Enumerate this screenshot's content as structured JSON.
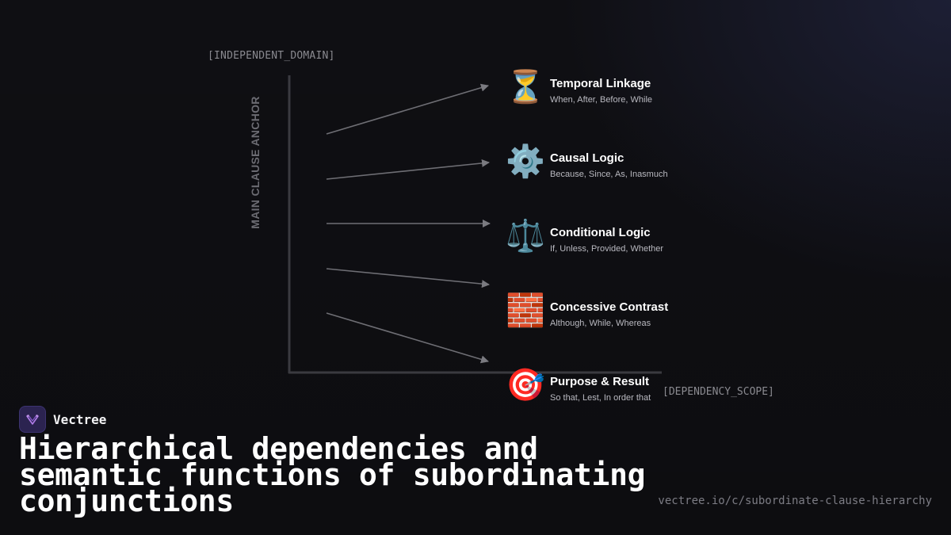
{
  "diagram": {
    "top_label": "[INDEPENDENT_DOMAIN]",
    "y_axis_label": "MAIN CLAUSE ANCHOR",
    "x_axis_label": "[DEPENDENCY_SCOPE]",
    "categories": [
      {
        "icon": "hourglass-icon",
        "glyph": "⏳",
        "title": "Temporal Linkage",
        "subtitle": "When, After, Before, While"
      },
      {
        "icon": "gear-icon",
        "glyph": "⚙️",
        "title": "Causal Logic",
        "subtitle": "Because, Since, As, Inasmuch"
      },
      {
        "icon": "balance-scale-icon",
        "glyph": "⚖️",
        "title": "Conditional Logic",
        "subtitle": "If, Unless, Provided, Whether"
      },
      {
        "icon": "brick-wall-icon",
        "glyph": "🧱",
        "title": "Concessive Contrast",
        "subtitle": "Although, While, Whereas"
      },
      {
        "icon": "target-icon",
        "glyph": "🎯",
        "title": "Purpose & Result",
        "subtitle": "So that, Lest, In order that"
      }
    ]
  },
  "brand": {
    "name": "Vectree"
  },
  "headline": "Hierarchical dependencies and semantic functions of subordinating conjunctions",
  "url": "vectree.io/c/subordinate-clause-hierarchy",
  "colors": {
    "background": "#0f0f13",
    "axis": "#3a3a40",
    "arrow": "#7a7a80",
    "logo_bg": "#2b2350",
    "logo_accent": "#b07ce8"
  }
}
